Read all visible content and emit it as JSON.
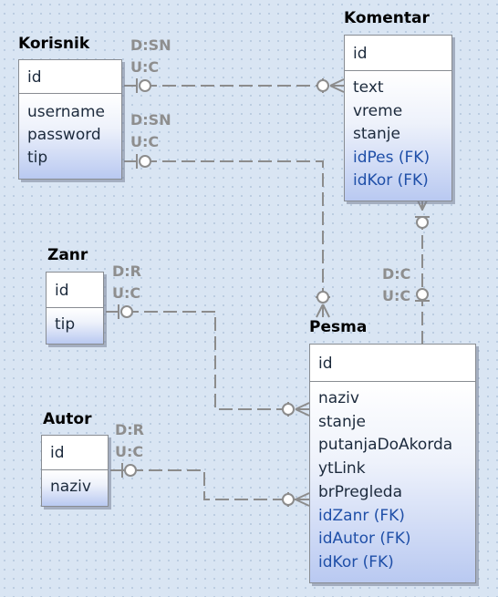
{
  "entities": [
    {
      "title": "Korisnik",
      "pk": "id",
      "attrs": [
        {
          "name": "username",
          "fk": false
        },
        {
          "name": "password",
          "fk": false
        },
        {
          "name": "tip",
          "fk": false
        }
      ]
    },
    {
      "title": "Komentar",
      "pk": "id",
      "attrs": [
        {
          "name": "text",
          "fk": false
        },
        {
          "name": "vreme",
          "fk": false
        },
        {
          "name": "stanje",
          "fk": false
        },
        {
          "name": "idPes (FK)",
          "fk": true
        },
        {
          "name": "idKor (FK)",
          "fk": true
        }
      ]
    },
    {
      "title": "Zanr",
      "pk": "id",
      "attrs": [
        {
          "name": "tip",
          "fk": false
        }
      ]
    },
    {
      "title": "Autor",
      "pk": "id",
      "attrs": [
        {
          "name": "naziv",
          "fk": false
        }
      ]
    },
    {
      "title": "Pesma",
      "pk": "id",
      "attrs": [
        {
          "name": "naziv",
          "fk": false
        },
        {
          "name": "stanje",
          "fk": false
        },
        {
          "name": "putanjaDoAkorda",
          "fk": false
        },
        {
          "name": "ytLink",
          "fk": false
        },
        {
          "name": "brPregleda",
          "fk": false
        },
        {
          "name": "idZanr (FK)",
          "fk": true
        },
        {
          "name": "idAutor (FK)",
          "fk": true
        },
        {
          "name": "idKor (FK)",
          "fk": true
        }
      ]
    }
  ],
  "relationships": [
    {
      "from": "Korisnik",
      "to": "Komentar",
      "delete_rule": "D:SN",
      "update_rule": "U:C"
    },
    {
      "from": "Korisnik",
      "to": "Pesma",
      "delete_rule": "D:SN",
      "update_rule": "U:C"
    },
    {
      "from": "Zanr",
      "to": "Pesma",
      "delete_rule": "D:R",
      "update_rule": "U:C"
    },
    {
      "from": "Autor",
      "to": "Pesma",
      "delete_rule": "D:R",
      "update_rule": "U:C"
    },
    {
      "from": "Pesma",
      "to": "Komentar",
      "delete_rule": "D:C",
      "update_rule": "U:C"
    }
  ],
  "colors": {
    "fk_text": "#1f4fa8",
    "attr_text": "#1c2a3c",
    "line": "#8c8c8c",
    "label": "#8e8e8e"
  }
}
